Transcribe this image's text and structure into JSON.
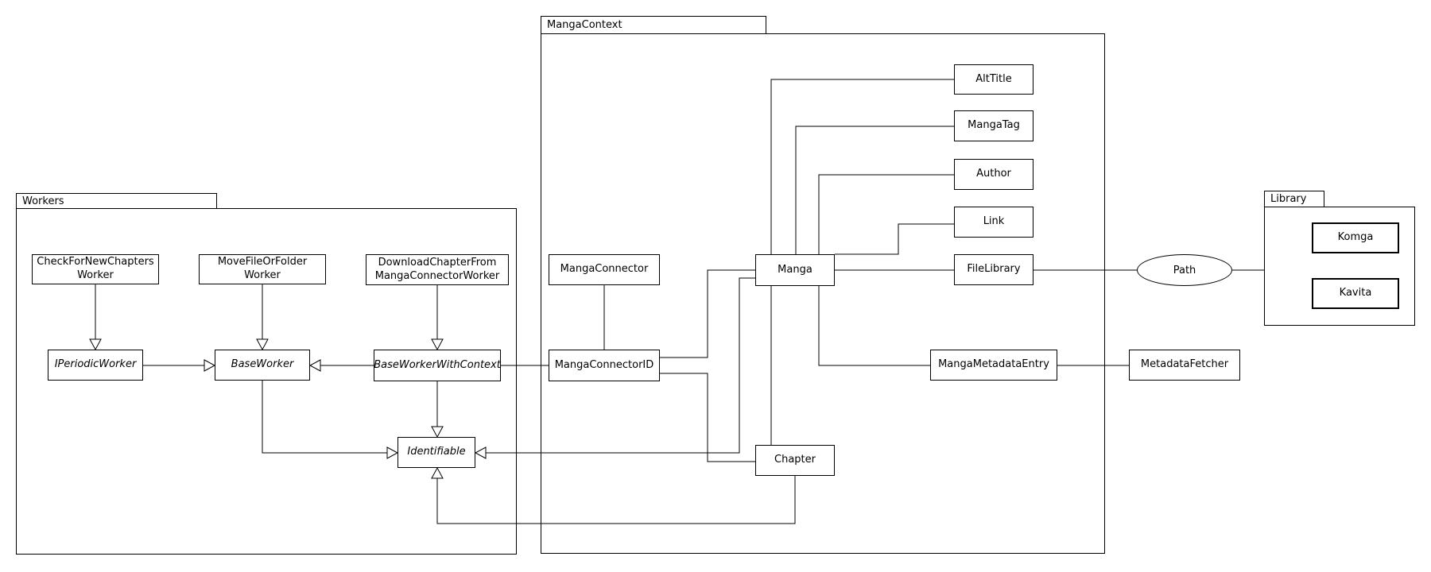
{
  "packages": {
    "workers": {
      "label": "Workers"
    },
    "manga_context": {
      "label": "MangaContext"
    },
    "library": {
      "label": "Library"
    }
  },
  "nodes": {
    "check_for_new_chapters_worker": {
      "line1": "CheckForNewChapters",
      "line2": "Worker"
    },
    "move_file_or_folder_worker": {
      "line1": "MoveFileOrFolder",
      "line2": "Worker"
    },
    "download_chapter_from_manga_connector_worker": {
      "line1": "DownloadChapterFrom",
      "line2": "MangaConnectorWorker"
    },
    "iperiodic_worker": {
      "label": "IPeriodicWorker"
    },
    "base_worker": {
      "label": "BaseWorker"
    },
    "base_worker_with_context": {
      "label": "BaseWorkerWithContext"
    },
    "identifiable": {
      "label": "Identifiable"
    },
    "manga_connector": {
      "label": "MangaConnector"
    },
    "manga_connector_id": {
      "label": "MangaConnectorID"
    },
    "manga": {
      "label": "Manga"
    },
    "chapter": {
      "label": "Chapter"
    },
    "alt_title": {
      "label": "AltTitle"
    },
    "manga_tag": {
      "label": "MangaTag"
    },
    "author": {
      "label": "Author"
    },
    "link": {
      "label": "Link"
    },
    "file_library": {
      "label": "FileLibrary"
    },
    "manga_metadata_entry": {
      "label": "MangaMetadataEntry"
    },
    "metadata_fetcher": {
      "label": "MetadataFetcher"
    },
    "komga": {
      "label": "Komga"
    },
    "kavita": {
      "label": "Kavita"
    },
    "path": {
      "label": "Path"
    }
  },
  "colors": {
    "line": "#000000",
    "background": "#ffffff",
    "text": "#000000"
  },
  "relations": [
    {
      "from": "CheckForNewChaptersWorker",
      "to": "IPeriodicWorker",
      "type": "generalization"
    },
    {
      "from": "MoveFileOrFolderWorker",
      "to": "BaseWorker",
      "type": "generalization"
    },
    {
      "from": "DownloadChapterFromMangaConnectorWorker",
      "to": "BaseWorkerWithContext",
      "type": "generalization"
    },
    {
      "from": "IPeriodicWorker",
      "to": "BaseWorker",
      "type": "generalization"
    },
    {
      "from": "BaseWorkerWithContext",
      "to": "BaseWorker",
      "type": "generalization"
    },
    {
      "from": "BaseWorker",
      "to": "Identifiable",
      "type": "generalization"
    },
    {
      "from": "BaseWorkerWithContext",
      "to": "Identifiable",
      "type": "generalization"
    },
    {
      "from": "BaseWorkerWithContext",
      "to": "MangaConnectorID",
      "type": "association"
    },
    {
      "from": "MangaConnector",
      "to": "MangaConnectorID",
      "type": "association"
    },
    {
      "from": "MangaConnectorID",
      "to": "Manga",
      "type": "association"
    },
    {
      "from": "MangaConnectorID",
      "to": "Chapter",
      "type": "association"
    },
    {
      "from": "Manga",
      "to": "AltTitle",
      "type": "association"
    },
    {
      "from": "Manga",
      "to": "MangaTag",
      "type": "association"
    },
    {
      "from": "Manga",
      "to": "Author",
      "type": "association"
    },
    {
      "from": "Manga",
      "to": "Link",
      "type": "association"
    },
    {
      "from": "Manga",
      "to": "FileLibrary",
      "type": "association"
    },
    {
      "from": "Manga",
      "to": "Identifiable",
      "type": "generalization"
    },
    {
      "from": "Manga",
      "to": "Chapter",
      "type": "association"
    },
    {
      "from": "Manga",
      "to": "MangaMetadataEntry",
      "type": "association"
    },
    {
      "from": "Chapter",
      "to": "Identifiable",
      "type": "generalization"
    },
    {
      "from": "FileLibrary",
      "to": "Path",
      "type": "association"
    },
    {
      "from": "Path",
      "to": "Library",
      "type": "association"
    },
    {
      "from": "MangaMetadataEntry",
      "to": "MetadataFetcher",
      "type": "association"
    }
  ]
}
